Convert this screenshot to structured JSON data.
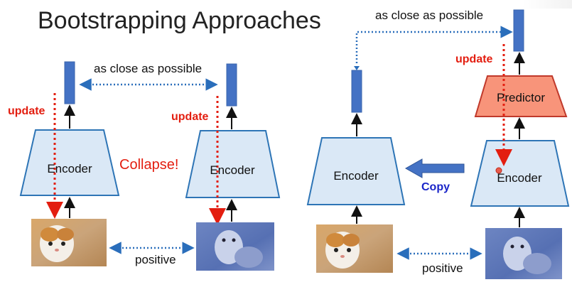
{
  "title": "Bootstrapping Approaches",
  "labels": {
    "close_left": "as close as possible",
    "close_right": "as close as possible",
    "update_1": "update",
    "update_2": "update",
    "update_3": "update",
    "collapse": "Collapse!",
    "copy": "Copy",
    "positive_left": "positive",
    "positive_right": "positive"
  },
  "blocks": {
    "encoder_1": "Encoder",
    "encoder_2": "Encoder",
    "encoder_3": "Encoder",
    "encoder_4": "Encoder",
    "predictor": "Predictor"
  },
  "colors": {
    "vector_blue": "#4472c4",
    "encoder_fill": "#dae8f6",
    "encoder_stroke": "#2e75b6",
    "predictor_fill": "#f8947a",
    "predictor_stroke": "#c0392b",
    "update_red": "#e31e10",
    "dotted_blue": "#2a6ebb",
    "copy_blue": "#1a25c8"
  },
  "images": {
    "img_1": "orange-white-cat-photo",
    "img_2": "grey-cat-blue-tint-photo",
    "img_3": "orange-white-cat-photo",
    "img_4": "grey-cat-blue-tint-photo"
  }
}
